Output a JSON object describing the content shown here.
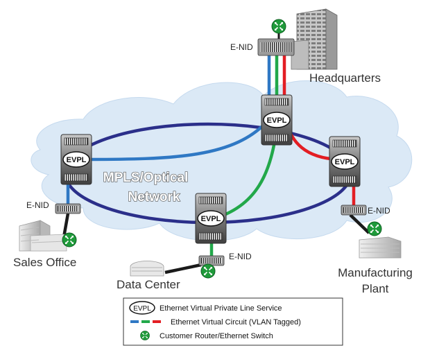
{
  "network": {
    "label_line1": "MPLS/Optical",
    "label_line2": "Network"
  },
  "service_tag": "EVPL",
  "enid_label": "E-NID",
  "sites": {
    "headquarters": "Headquarters",
    "sales_office": "Sales Office",
    "data_center": "Data Center",
    "manufacturing_line1": "Manufacturing",
    "manufacturing_line2": "Plant"
  },
  "legend": {
    "evpl_tag": "EVPL",
    "evpl_text": "Ethernet Virtual Private Line Service",
    "evc_text": "Ethernet Virtual Circuit  (VLAN Tagged)",
    "router_text": "Customer Router/Ethernet Switch"
  },
  "colors": {
    "ring": "#2b2f8a",
    "blue": "#2f78c4",
    "green": "#22a84a",
    "red": "#e31e24",
    "access": "#1a1a1a",
    "router": "#1f9a3a",
    "cloud": "#dbe9f6"
  },
  "icons": [
    "evpl-switch-icon",
    "enid-device-icon",
    "router-icon",
    "building-icon"
  ]
}
